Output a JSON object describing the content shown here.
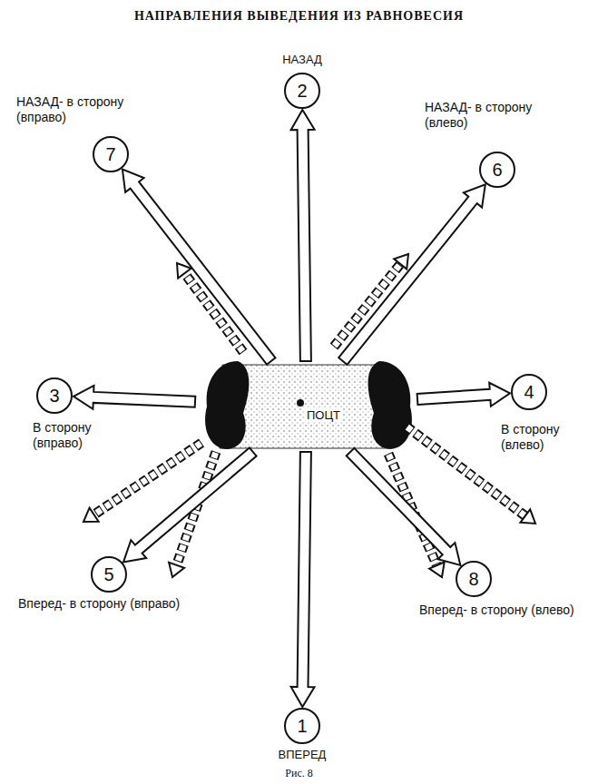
{
  "diagram": {
    "title": "НАПРАВЛЕНИЯ ВЫВЕДЕНИЯ ИЗ РАВНОВЕСИЯ",
    "caption": "Рис. 8",
    "nodes": [
      {
        "text": [
          "2"
        ]
      },
      {
        "text": [
          "7"
        ]
      },
      {
        "text": [
          "6"
        ]
      },
      {
        "text": [
          "3"
        ]
      },
      {
        "text": [
          "ПОЦТ"
        ]
      },
      {
        "text": [
          "4"
        ]
      },
      {
        "text": [
          "5"
        ]
      },
      {
        "text": [
          "8"
        ]
      },
      {
        "text": [
          "1"
        ]
      }
    ],
    "edges": [
      {
        "from": 4,
        "to": 0,
        "arrow": "to"
      },
      {
        "from": 4,
        "to": 1,
        "arrow": "to"
      },
      {
        "from": 4,
        "to": 2,
        "arrow": "to"
      },
      {
        "from": 4,
        "to": 3,
        "arrow": "to"
      },
      {
        "from": 4,
        "to": 5,
        "arrow": "to"
      },
      {
        "from": 4,
        "to": 6,
        "arrow": "to"
      },
      {
        "from": 4,
        "to": 7,
        "arrow": "to"
      },
      {
        "from": 4,
        "to": 8,
        "arrow": "to"
      }
    ],
    "labels": [
      "НАЗАД",
      "НАЗАД- в сторону (вправо)",
      "НАЗАД- в сторону (влево)",
      "В сторону (вправо)",
      "В сторону (влево)",
      "Вперед- в сторону (вправо)",
      "Вперед- в сторону (влево)",
      "ВПЕРЕД"
    ]
  }
}
